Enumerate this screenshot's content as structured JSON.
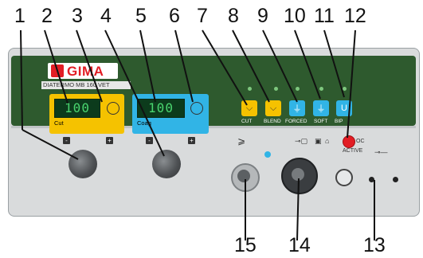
{
  "brand": {
    "logo_text": "GIMA",
    "subtitle": "DIATERMO MB 160 VET"
  },
  "cut_panel": {
    "display_value": "100",
    "label": "Cut",
    "color": "#f5c200"
  },
  "coag_panel": {
    "display_value": "100",
    "label": "Coag",
    "color": "#31b4e6"
  },
  "mode_buttons": [
    {
      "label": "CUT",
      "color": "#f5c200",
      "icon": "cut-waveform-icon"
    },
    {
      "label": "BLEND",
      "color": "#f5c200",
      "icon": "blend-waveform-icon"
    },
    {
      "label": "FORCED",
      "color": "#31b4e6",
      "icon": "forced-coag-icon"
    },
    {
      "label": "SOFT",
      "color": "#31b4e6",
      "icon": "soft-coag-icon"
    },
    {
      "label": "BIP",
      "color": "#31b4e6",
      "icon": "bipolar-icon"
    }
  ],
  "indicators": {
    "active_label": "ACTIVE",
    "oc_label": "OC",
    "minus_symbol": "-",
    "plus_symbol": "+"
  },
  "callout_numbers": [
    "1",
    "2",
    "3",
    "4",
    "5",
    "6",
    "7",
    "8",
    "9",
    "10",
    "11",
    "12",
    "15",
    "14",
    "13"
  ]
}
